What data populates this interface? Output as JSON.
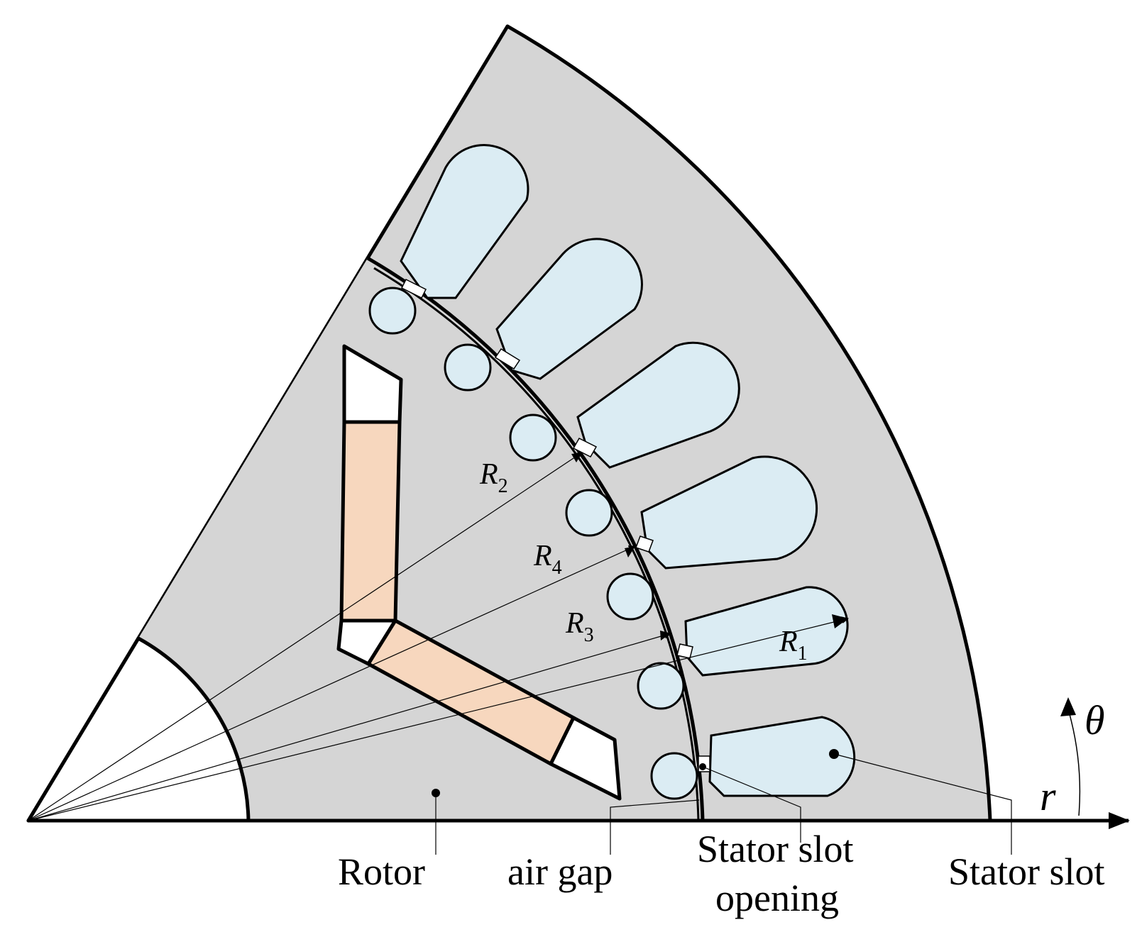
{
  "colors": {
    "iron": "#d5d5d5",
    "stator_slot": "#dbecf3",
    "rotor_bar": "#dbecf3",
    "magnet": "#f7d7be",
    "gap": "#ffffff",
    "outline": "#000000"
  },
  "labels": {
    "rotor": "Rotor",
    "air_gap": "air gap",
    "slot_opening_line1": "Stator slot",
    "slot_opening_line2": "opening",
    "stator_slot": "Stator slot"
  },
  "radii": {
    "R1": {
      "letter": "R",
      "sub": "1"
    },
    "R2": {
      "letter": "R",
      "sub": "2"
    },
    "R3": {
      "letter": "R",
      "sub": "3"
    },
    "R4": {
      "letter": "R",
      "sub": "4"
    }
  },
  "axes": {
    "r": "r",
    "theta": "θ"
  },
  "stator_slot_count": 6,
  "rotor_bar_count": 7
}
